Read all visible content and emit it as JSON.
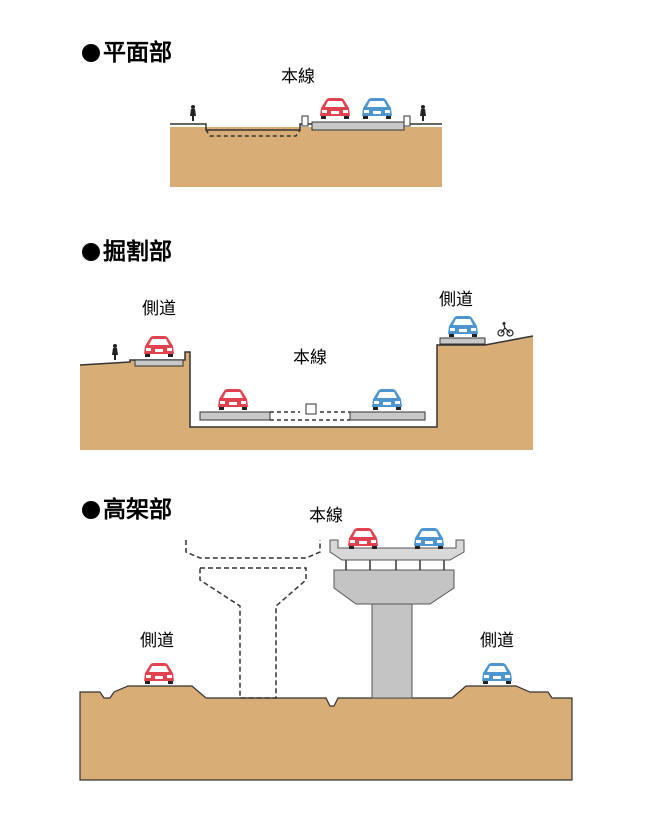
{
  "sections": {
    "at_grade": {
      "heading": "平面部",
      "mainline": "本線"
    },
    "cut": {
      "heading": "掘割部",
      "mainline": "本線",
      "side_road_left": "側道",
      "side_road_right": "側道"
    },
    "elevated": {
      "heading": "高架部",
      "mainline": "本線",
      "side_road_left": "側道",
      "side_road_right": "側道"
    }
  },
  "colors": {
    "soil": "#d9ad76",
    "red_car": "#e0434f",
    "blue_car": "#4d95ce",
    "concrete": "#c8c8c8",
    "line": "#333333"
  }
}
